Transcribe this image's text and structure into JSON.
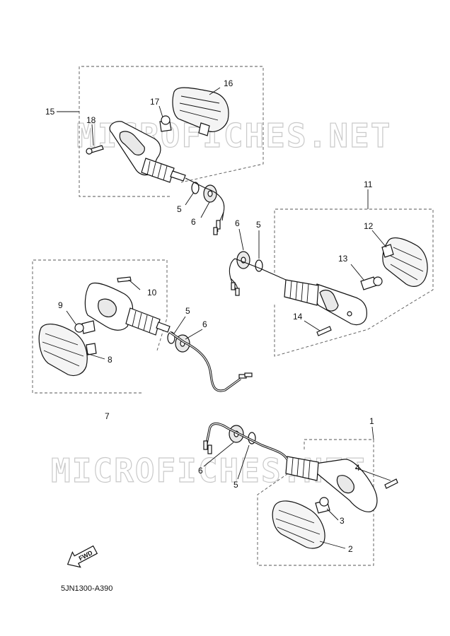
{
  "watermark": "MICROFICHES.NET",
  "diagram_code": "5JN1300-A390",
  "fwd_label": "FWD",
  "callouts": {
    "c1": "1",
    "c2": "2",
    "c3": "3",
    "c4": "4",
    "c5a": "5",
    "c5b": "5",
    "c5c": "5",
    "c5d": "5",
    "c6a": "6",
    "c6b": "6",
    "c6c": "6",
    "c6d": "6",
    "c7": "7",
    "c8": "8",
    "c9": "9",
    "c10": "10",
    "c11": "11",
    "c12": "12",
    "c13": "13",
    "c14": "14",
    "c15": "15",
    "c16": "16",
    "c17": "17",
    "c18": "18"
  }
}
